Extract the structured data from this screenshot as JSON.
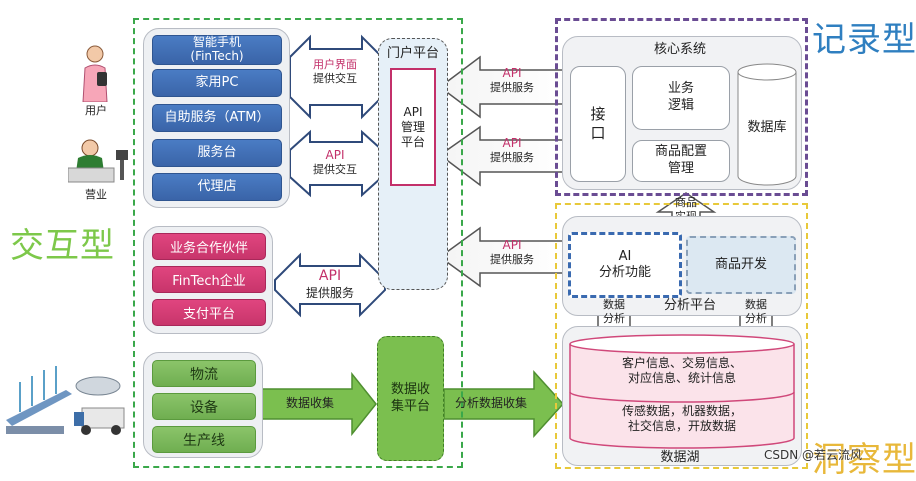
{
  "labels": {
    "interactive": "交互型",
    "record": "记录型",
    "insight": "洞察型",
    "watermark": "CSDN @若云流风"
  },
  "actors": {
    "user": "用户",
    "branch": "营业"
  },
  "channels": [
    "智能手机\n(FinTech)",
    "家用PC",
    "自助服务（ATM）",
    "服务台",
    "代理店"
  ],
  "partners": [
    "业务合作伙伴",
    "FinTech企业",
    "支付平台"
  ],
  "iot": [
    "物流",
    "设备",
    "生产线"
  ],
  "arrows": {
    "ui_line1": "用户界面",
    "ui_line2": "提供交互",
    "api": "API",
    "provide_interaction": "提供交互",
    "provide_service": "提供服务",
    "data_collect": "数据收集",
    "analysis_collect": "分析数据收集",
    "product_realize": "商品\n实现",
    "data_analysis": "数据\n分析"
  },
  "portal": {
    "title": "门户平台",
    "api_mgmt": "API\n管理\n平台"
  },
  "collect_platform": "数据收\n集平台",
  "core": {
    "title": "核心系统",
    "interface": "接\n口",
    "business_logic": "业务\n逻辑",
    "product_config": "商品配置\n管理",
    "database": "数据库"
  },
  "analysis": {
    "title": "分析平台",
    "ai": "AI\n分析功能",
    "product_dev": "商品开发"
  },
  "lake": {
    "title": "数据湖",
    "row1": "客户信息、交易信息、\n对应信息、统计信息",
    "row2": "传感数据，机器数据，\n社交信息，开放数据"
  },
  "colors": {
    "interactive": "#7dc84a",
    "record": "#2f7fc0",
    "insight": "#e8b83a",
    "api": "#c3306a"
  }
}
